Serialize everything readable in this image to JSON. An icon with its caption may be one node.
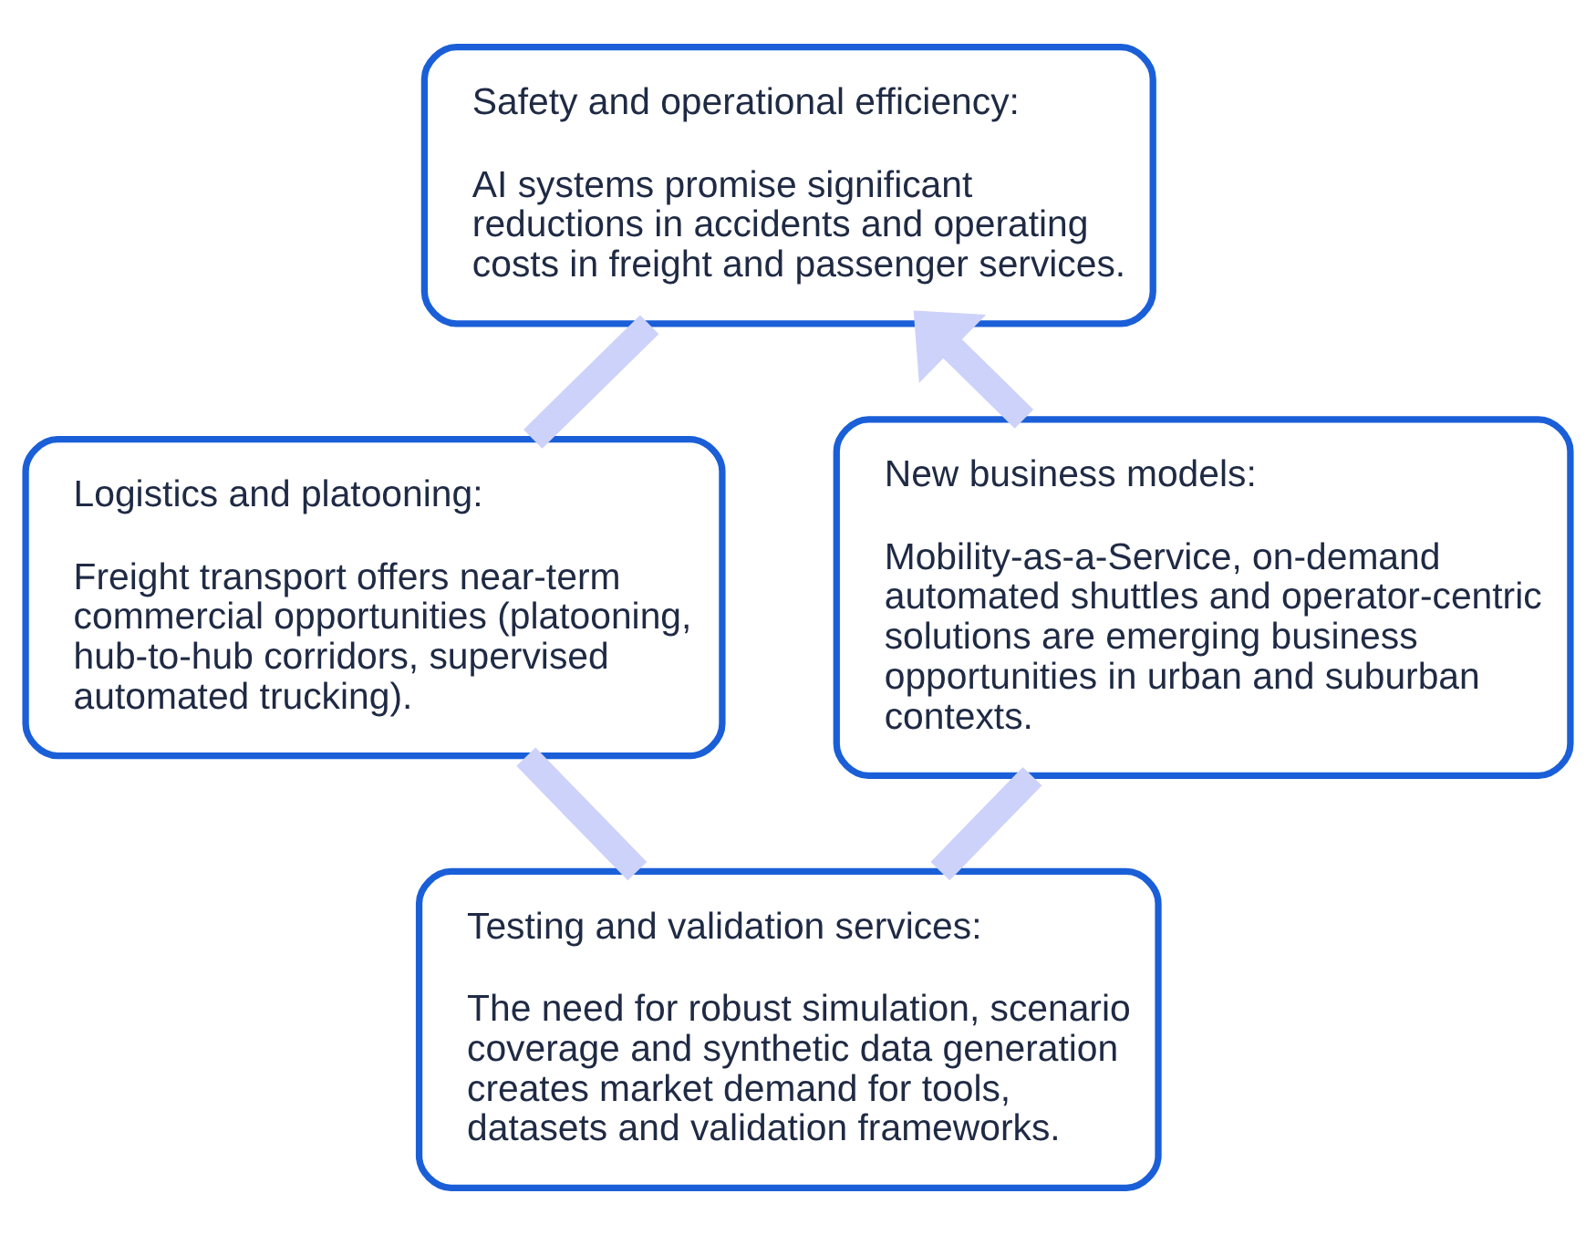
{
  "diagram": {
    "nodes": [
      {
        "text": [
          "Safety and operational efficiency:",
          "AI systems promise significant reductions in accidents and operating costs in freight and passenger services."
        ]
      },
      {
        "text": [
          "New business models:",
          "Mobility-as-a-Service, on-demand automated shuttles and operator-centric solutions are emerging business opportunities in urban and suburban contexts."
        ]
      },
      {
        "text": [
          "Logistics and platooning:",
          "Freight transport offers near-term commercial opportunities (platooning, hub-to-hub corridors, supervised automated trucking)."
        ]
      },
      {
        "text": [
          "Testing and validation services:",
          "The need for robust simulation, scenario coverage and synthetic data generation creates market demand for tools, datasets and validation frameworks."
        ]
      }
    ],
    "edges": [
      {
        "from": 0,
        "to": 2,
        "arrow": "none"
      },
      {
        "from": 2,
        "to": 3,
        "arrow": "none"
      },
      {
        "from": 3,
        "to": 1,
        "arrow": "none"
      },
      {
        "from": 1,
        "to": 0,
        "arrow": "to"
      }
    ]
  }
}
